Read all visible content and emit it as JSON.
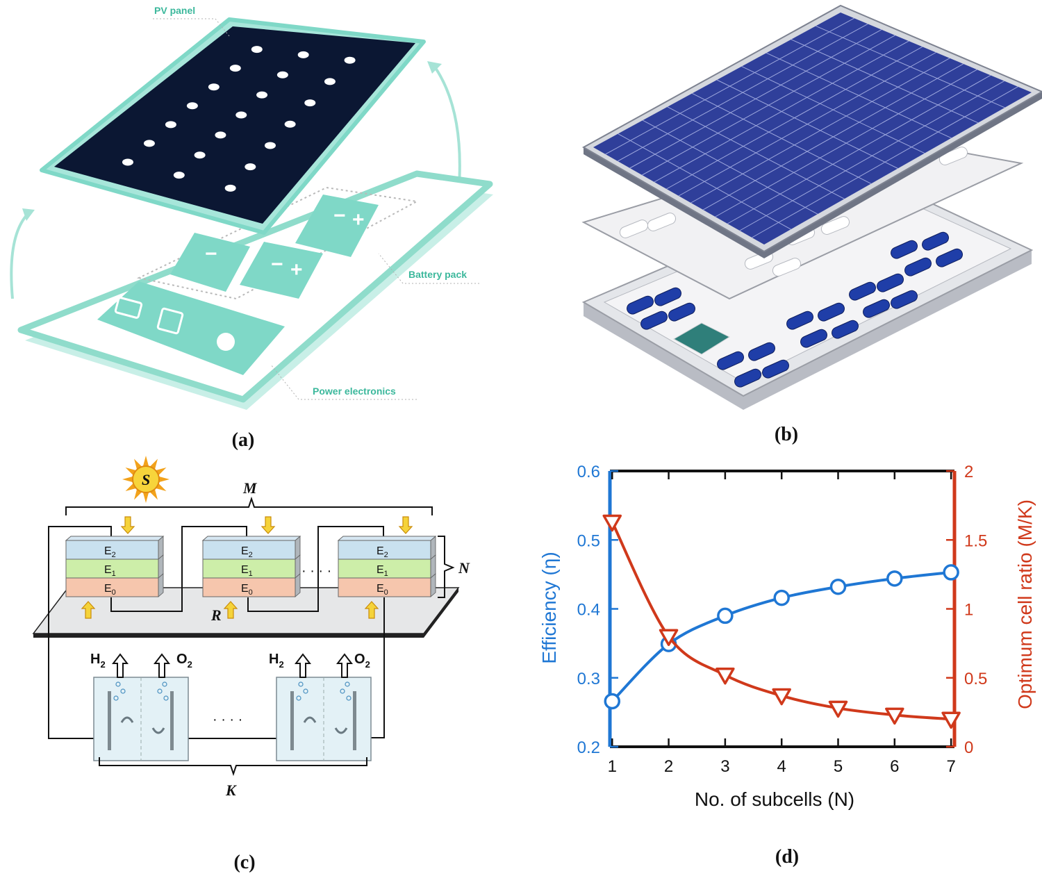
{
  "captions": {
    "a": "(a)",
    "b": "(b)",
    "c": "(c)",
    "d": "(d)"
  },
  "panel_a": {
    "pv_panel_label": "PV panel",
    "battery_pack_label": "Battery pack",
    "power_electronics_label": "Power electronics",
    "battery_minus": "−",
    "battery_plus": "+",
    "colors": {
      "accent": "#7fd8c7",
      "panel": "#0b1733",
      "label": "#3cb89c"
    }
  },
  "panel_b": {
    "colors": {
      "solar": "#2f3f9a",
      "cells": "#1f3ea8",
      "frame": "#c9ccd3"
    }
  },
  "panel_c": {
    "sun_label": "S",
    "m_label": "M",
    "n_label": "N",
    "r_label": "R",
    "k_label": "K",
    "layers": [
      "E",
      "E",
      "E"
    ],
    "layer_subscripts": [
      "2",
      "1",
      "0"
    ],
    "h2_label": "H",
    "h2_sub": "2",
    "o2_label": "O",
    "o2_sub": "2",
    "dots_cells": "· · · ·",
    "dots_tanks": "· · · ·",
    "colors": {
      "e2": "#c9e1ef",
      "e1": "#cdeea9",
      "e0": "#f6c6ad",
      "arrow": "#f5d33a"
    }
  },
  "chart_data": {
    "type": "line",
    "xlabel": "No. of subcells (N)",
    "ylabel_left": "Efficiency (η)",
    "ylabel_right": "Optimum cell ratio (M/K)",
    "x": [
      1,
      2,
      3,
      4,
      5,
      6,
      7
    ],
    "x_ticks": [
      "1",
      "2",
      "3",
      "4",
      "5",
      "6",
      "7"
    ],
    "xlim": [
      0.96,
      7.06
    ],
    "ylim_left": [
      0.2,
      0.6
    ],
    "ylim_right": [
      0,
      2
    ],
    "y_ticks_left": [
      "0.2",
      "0.3",
      "0.4",
      "0.5",
      "0.6"
    ],
    "y_ticks_right": [
      "0",
      "0.5",
      "1",
      "1.5",
      "2"
    ],
    "series": [
      {
        "axis": "left",
        "marker": "circle",
        "color": "#1f77d4",
        "values": [
          0.266,
          0.349,
          0.39,
          0.416,
          0.432,
          0.444,
          0.453
        ]
      },
      {
        "axis": "right",
        "marker": "triangle-down",
        "color": "#d0391b",
        "values": [
          1.63,
          0.8,
          0.52,
          0.37,
          0.28,
          0.23,
          0.2
        ]
      }
    ],
    "grid": false
  }
}
